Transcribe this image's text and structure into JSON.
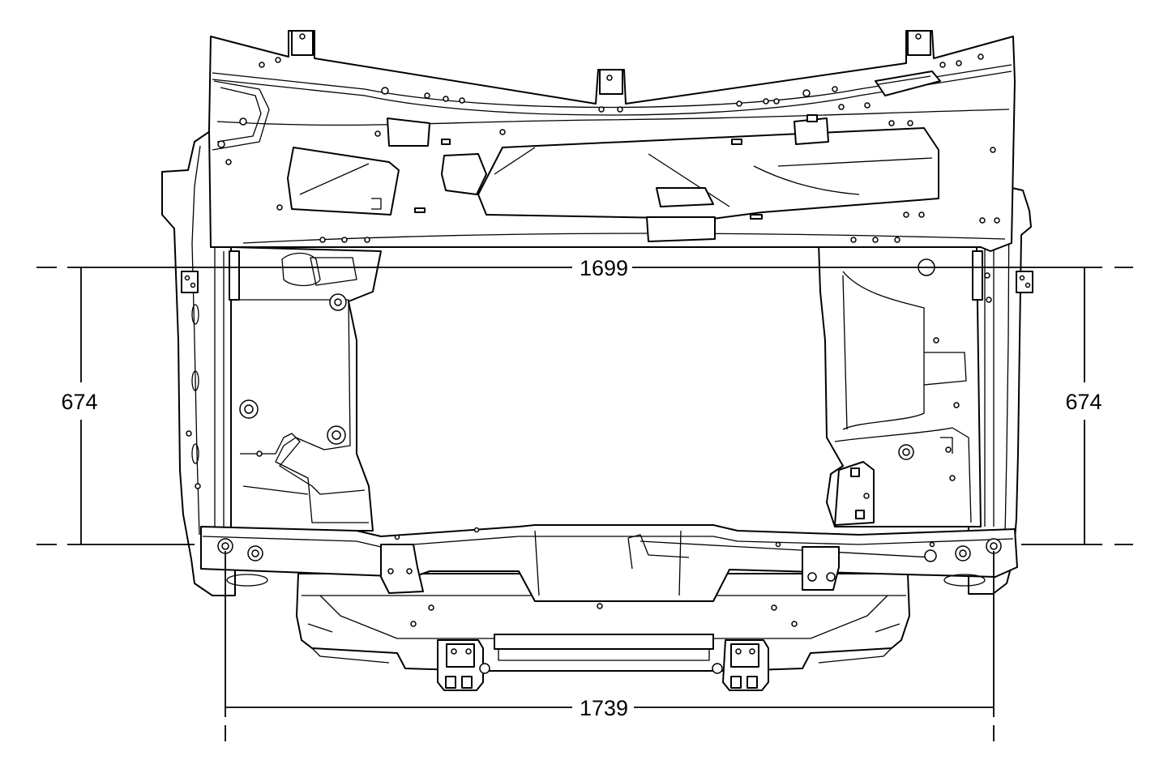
{
  "dimensions": {
    "top_width": "1699",
    "bottom_width": "1739",
    "left_height": "674",
    "right_height": "674"
  },
  "colors": {
    "line": "#000000",
    "background": "#ffffff"
  }
}
